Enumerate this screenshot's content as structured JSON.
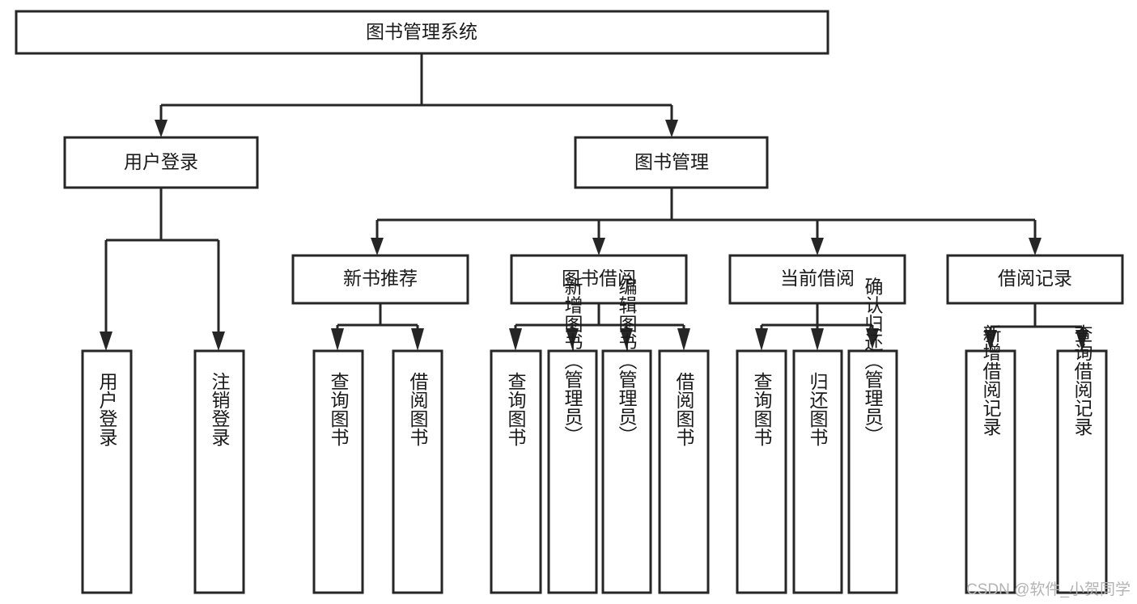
{
  "diagram": {
    "type": "tree-hierarchy-chart",
    "title": "图书管理系统",
    "direction": "top-down",
    "stroke_color": "#262626",
    "fill_color": "#ffffff",
    "text_color": "#1a1a1a",
    "levels": 4
  },
  "nodes": {
    "root": {
      "label": "图书管理系统",
      "orientation": "horizontal",
      "level": 0
    },
    "level1": [
      {
        "id": "user-login",
        "label": "用户登录",
        "orientation": "horizontal"
      },
      {
        "id": "book-manage",
        "label": "图书管理",
        "orientation": "horizontal"
      }
    ],
    "level2": [
      {
        "id": "new-book-recommend",
        "label": "新书推荐",
        "orientation": "horizontal",
        "parent": "book-manage"
      },
      {
        "id": "book-borrow",
        "label": "图书借阅",
        "orientation": "horizontal",
        "parent": "book-manage"
      },
      {
        "id": "current-borrow",
        "label": "当前借阅",
        "orientation": "horizontal",
        "parent": "book-manage"
      },
      {
        "id": "borrow-record",
        "label": "借阅记录",
        "orientation": "horizontal",
        "parent": "book-manage"
      }
    ],
    "leaves": [
      {
        "id": "leaf-user-login",
        "label": "用户登录",
        "orientation": "vertical",
        "parent": "user-login"
      },
      {
        "id": "leaf-user-logout",
        "label": "注销登录",
        "orientation": "vertical",
        "parent": "user-login"
      },
      {
        "id": "leaf-query-book-1",
        "label": "查询图书",
        "orientation": "vertical",
        "parent": "new-book-recommend"
      },
      {
        "id": "leaf-borrow-book-1",
        "label": "借阅图书",
        "orientation": "vertical",
        "parent": "new-book-recommend"
      },
      {
        "id": "leaf-query-book-2",
        "label": "查询图书",
        "orientation": "vertical",
        "parent": "book-borrow"
      },
      {
        "id": "leaf-add-book",
        "label": "新增图书（管理员）",
        "orientation": "vertical",
        "parent": "book-borrow"
      },
      {
        "id": "leaf-edit-book",
        "label": "编辑图书（管理员）",
        "orientation": "vertical",
        "parent": "book-borrow"
      },
      {
        "id": "leaf-borrow-book-2",
        "label": "借阅图书",
        "orientation": "vertical",
        "parent": "book-borrow"
      },
      {
        "id": "leaf-query-book-3",
        "label": "查询图书",
        "orientation": "vertical",
        "parent": "current-borrow"
      },
      {
        "id": "leaf-return-book",
        "label": "归还图书",
        "orientation": "vertical",
        "parent": "current-borrow"
      },
      {
        "id": "leaf-confirm-return",
        "label": "确认归还（管理员）",
        "orientation": "vertical",
        "parent": "current-borrow"
      },
      {
        "id": "leaf-add-record",
        "label": "新增借阅记录",
        "orientation": "vertical",
        "parent": "borrow-record"
      },
      {
        "id": "leaf-query-record",
        "label": "查询借阅记录",
        "orientation": "vertical",
        "parent": "borrow-record"
      }
    ]
  },
  "watermark": {
    "text": "CSDN @软件_小贺同学"
  }
}
